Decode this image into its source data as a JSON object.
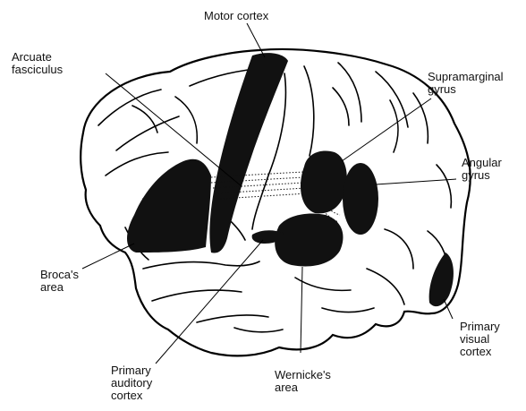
{
  "labels": {
    "motor_cortex": [
      "Motor cortex"
    ],
    "arcuate_fasciculus": [
      "Arcuate",
      "fasciculus"
    ],
    "supramarginal_gyrus": [
      "Supramarginal",
      "gyrus"
    ],
    "angular_gyrus": [
      "Angular",
      "gyrus"
    ],
    "brocas_area": [
      "Broca's",
      "area"
    ],
    "primary_auditory_cortex": [
      "Primary",
      "auditory",
      "cortex"
    ],
    "wernickes_area": [
      "Wernicke's",
      "area"
    ],
    "primary_visual_cortex": [
      "Primary",
      "visual",
      "cortex"
    ]
  }
}
